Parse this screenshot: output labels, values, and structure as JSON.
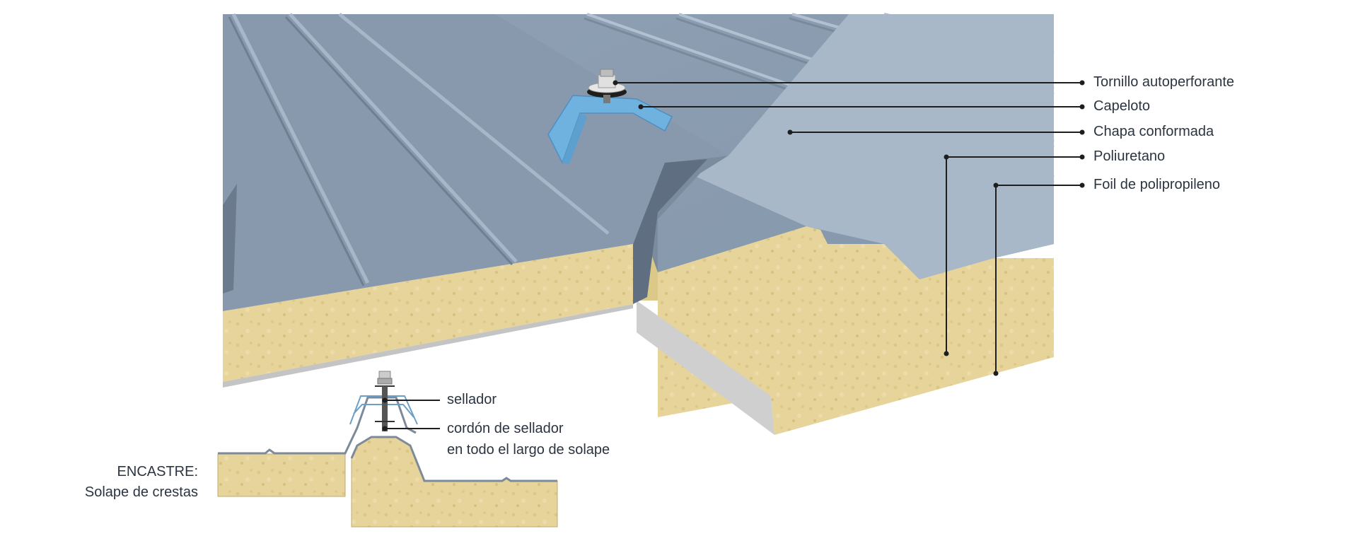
{
  "callouts": [
    {
      "id": "screw",
      "label": "Tornillo autoperforante"
    },
    {
      "id": "cap",
      "label": "Capeloto"
    },
    {
      "id": "sheet",
      "label": "Chapa conformada"
    },
    {
      "id": "pu",
      "label": "Poliuretano"
    },
    {
      "id": "foil",
      "label": "Foil de polipropileno"
    }
  ],
  "detail": {
    "title_line1": "ENCASTRE:",
    "title_line2": "Solape de crestas",
    "sealer_label": "sellador",
    "bead_line1": "cordón de sellador",
    "bead_line2": "en todo el largo de solape"
  },
  "colors": {
    "steel_light": "#a4b4c6",
    "steel_mid": "#8b9cb0",
    "steel_dark": "#6e7d8f",
    "foam": "#e6d49a",
    "foam_dark": "#cbb878",
    "cap": "#6fb2e0",
    "liner": "#c8c8c8",
    "leader": "#1e1e1e"
  }
}
